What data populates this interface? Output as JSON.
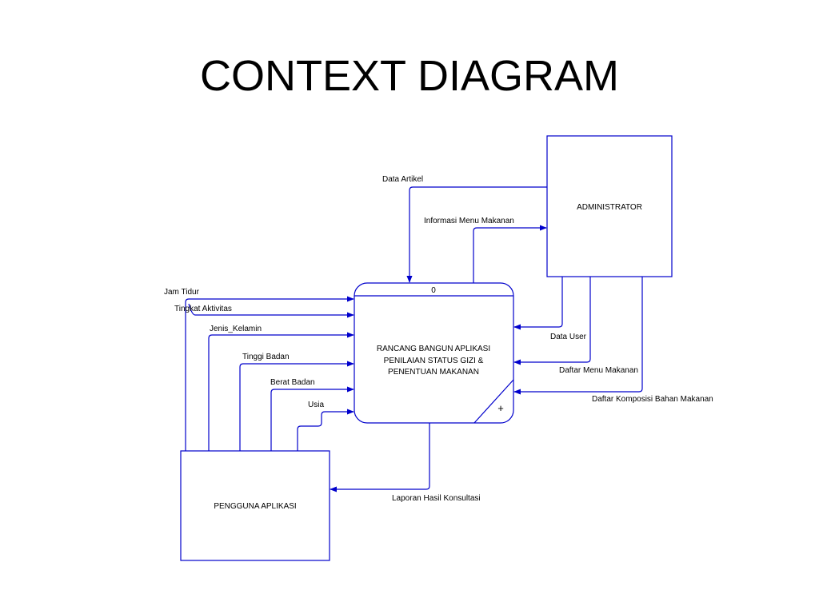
{
  "title": "CONTEXT DIAGRAM",
  "colors": {
    "line": "#0000cc",
    "text": "#000000"
  },
  "process": {
    "number": "0",
    "name_lines": [
      "RANCANG BANGUN APLIKASI",
      "PENILAIAN STATUS GIZI &",
      "PENENTUAN MAKANAN"
    ],
    "marker": "+"
  },
  "entities": {
    "administrator": "ADMINISTRATOR",
    "pengguna": "PENGGUNA APLIKASI"
  },
  "flows": {
    "data_artikel": "Data Artikel",
    "informasi_menu_makanan": "Informasi Menu Makanan",
    "data_user": "Data User",
    "daftar_menu_makanan": "Daftar Menu Makanan",
    "daftar_komposisi": "Daftar Komposisi Bahan Makanan",
    "jam_tidur": "Jam Tidur",
    "tingkat_aktivitas": "Tingkat Aktivitas",
    "jenis_kelamin": "Jenis_Kelamin",
    "tinggi_badan": "Tinggi Badan",
    "berat_badan": "Berat Badan",
    "usia": "Usia",
    "laporan_hasil_konsultasi": "Laporan Hasil Konsultasi"
  }
}
